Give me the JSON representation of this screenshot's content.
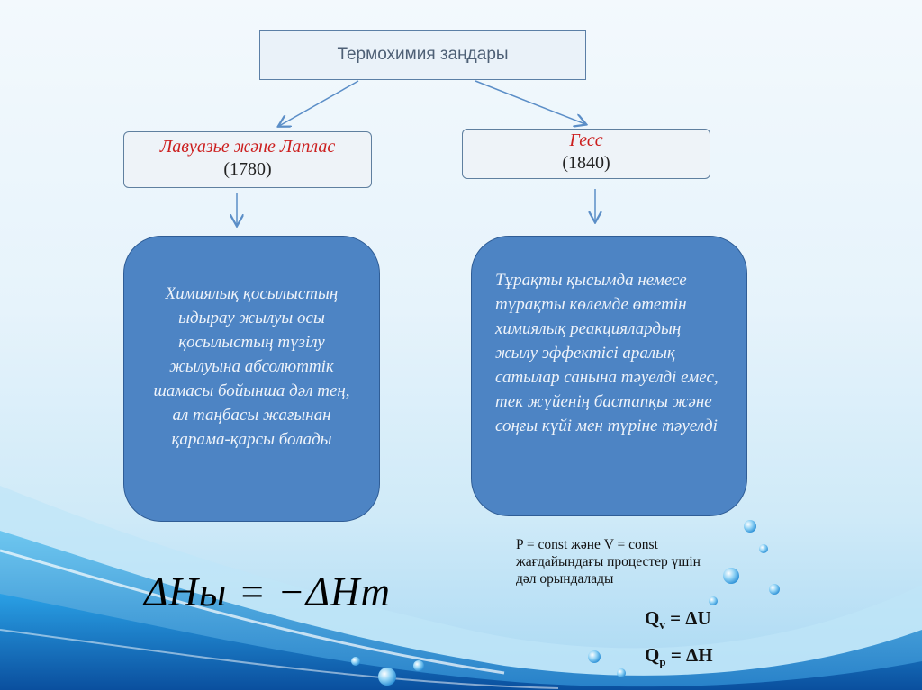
{
  "diagram": {
    "title": "Термохимия заңдары",
    "left_law": {
      "name": "Лавуазье және Лаплас",
      "year": "(1780)"
    },
    "right_law": {
      "name": "Гесс",
      "year": "(1840)"
    },
    "left_text": "Химиялық қосылыстың ыдырау жылуы осы қосылыстың түзілу жылуына абсолюттік шамасы бойынша дәл тең, ал таңбасы жағынан қарама-қарсы болады",
    "right_text": "Тұрақты қысымда немесе тұрақты көлемде өтетін химиялық реакциялардың жылу эффектісі аралық сатылар санына тәуелді емес, тек жүйенің бастапқы және соңғы күйі мен түріне тәуелді",
    "condition_text": "P = const және V = const жағдайындағы процестер үшін дәл орындалады",
    "formula_main": "ΔHы = −ΔHт",
    "formula_qv": {
      "q": "Q",
      "sub": "v",
      "rest": " = ΔU"
    },
    "formula_qp": {
      "q": "Q",
      "sub": "p",
      "rest": " = ΔH"
    }
  },
  "colors": {
    "box_fill": "#4d84c4",
    "red_text": "#cc1f1f",
    "arrow": "#5b8ec7"
  }
}
